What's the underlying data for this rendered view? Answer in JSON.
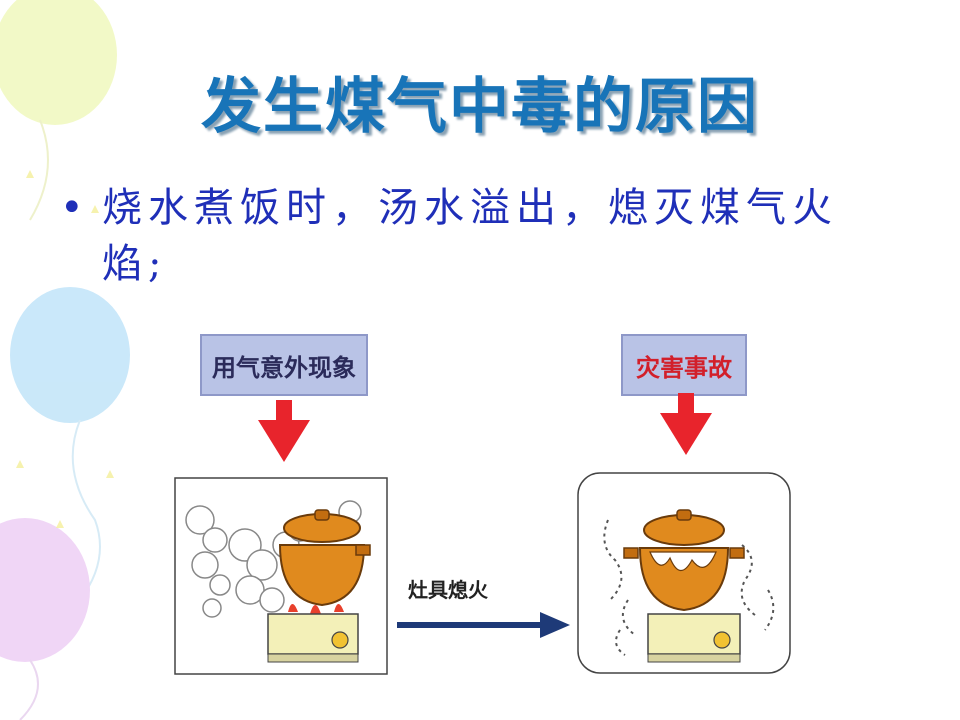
{
  "slide": {
    "title": "发生煤气中毒的原因",
    "bullet": "烧水煮饭时，汤水溢出，熄灭煤气火焰;"
  },
  "diagram": {
    "left_label": "用气意外现象",
    "right_label": "灾害事故",
    "arrow_label": "灶具熄火"
  },
  "colors": {
    "title": "#1874b8",
    "bullet_text": "#1f2fb8",
    "label_box": "#b9c3e6",
    "down_arrow": "#e8242c",
    "right_arrow": "#1e3a78",
    "pot": "#e08a1e"
  }
}
